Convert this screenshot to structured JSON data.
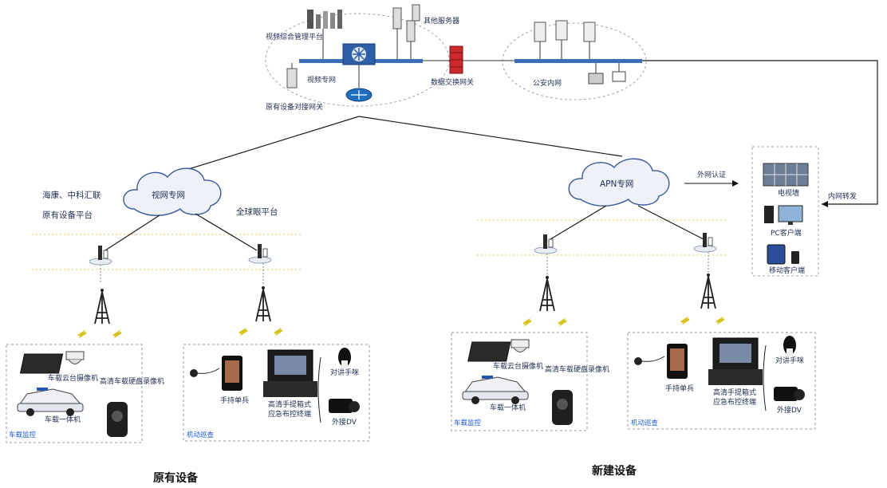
{
  "labels": {
    "platform": "视频综合管理平台",
    "server": "其他服务器",
    "private_network_top": "视频专网",
    "gateway": "原有设备对接网关",
    "exchange": "数据交换网关",
    "public_network": "公安内网",
    "cloud_left": "视网专网",
    "cloud_right": "APN专网",
    "existing_platforms_line1": "海康、中科汇联",
    "existing_platforms_line2": "原有设备平台",
    "global_platform": "全球眼平台",
    "external_auth": "外网认证",
    "intranet_forward": "内网转发",
    "video_wall": "电视墙",
    "pc_client": "PC客户端",
    "mobile_client": "移动客户端",
    "dome_left": "车载云台摄像机",
    "recorder_left": "高清车载硬盘录像机",
    "car_left": "车载一体机",
    "handheld_left": "手持单兵",
    "ptz_left": "对讲手咪",
    "backpack_left": "高清手提箱式应急布控终端",
    "camera_left": "外接DV",
    "zone_vehicle_left": "车载监控",
    "zone_mobile_left": "机动巡查",
    "dome_right": "车载云台摄像机",
    "recorder_right": "高清车载硬盘录像机",
    "car_right": "车载一体机",
    "handheld_right": "手持单兵",
    "ptz_right": "对讲手咪",
    "backpack_right": "高清手提箱式应急布控终端",
    "camera_right": "外接DV",
    "zone_vehicle_right": "车载监控",
    "zone_mobile_right": "机动巡查",
    "section_existing": "原有设备",
    "section_new": "新建设备"
  },
  "colors": {
    "bus": "#3d6fb8",
    "firewall": "#cc2a2a",
    "lightning": "#d6c219",
    "accent_blue": "#1a5ad7"
  }
}
